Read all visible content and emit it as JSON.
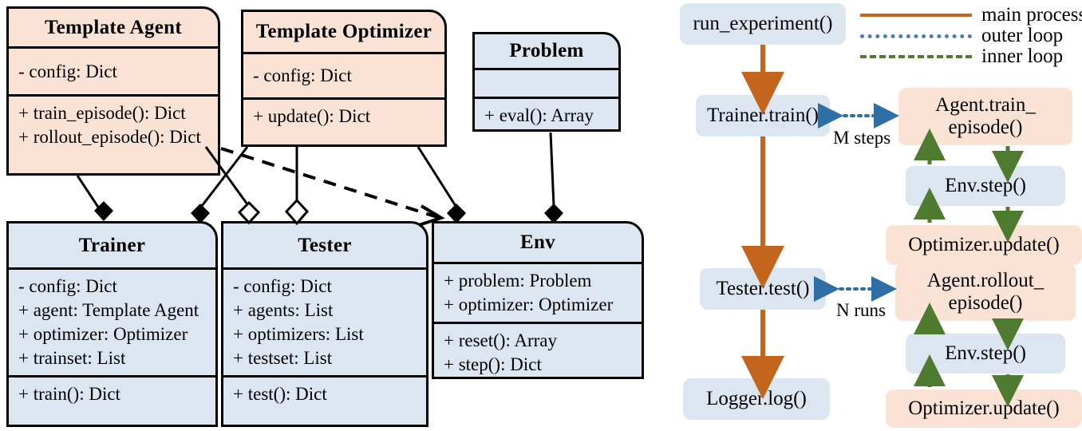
{
  "classes": [
    {
      "id": "template-agent",
      "name": "Template Agent",
      "fill": "#FAE3D4",
      "attributes": [
        "- config: Dict"
      ],
      "operations": [
        "+ train_episode(): Dict",
        "+ rollout_episode(): Dict"
      ]
    },
    {
      "id": "template-optimizer",
      "name": "Template Optimizer",
      "fill": "#FAE3D4",
      "attributes": [
        "- config: Dict"
      ],
      "operations": [
        "+ update(): Dict"
      ]
    },
    {
      "id": "problem",
      "name": "Problem",
      "fill": "#DCE6F1",
      "attributes": [],
      "operations": [
        "+ eval(): Array"
      ]
    },
    {
      "id": "trainer",
      "name": "Trainer",
      "fill": "#DCE6F1",
      "attributes": [
        "- config: Dict",
        "+ agent: Template Agent",
        "+ optimizer: Optimizer",
        "+ trainset: List"
      ],
      "operations": [
        "+ train(): Dict"
      ]
    },
    {
      "id": "tester",
      "name": "Tester",
      "fill": "#DCE6F1",
      "attributes": [
        "- config: Dict",
        "+ agents: List",
        "+ optimizers: List",
        "+ testset: List"
      ],
      "operations": [
        "+ test(): Dict"
      ]
    },
    {
      "id": "env",
      "name": "Env",
      "fill": "#DCE6F1",
      "attributes": [
        "+ problem: Problem",
        "+ optimizer: Optimizer"
      ],
      "operations": [
        "+ reset(): Array",
        "+ step(): Dict"
      ]
    }
  ],
  "relationships": [
    {
      "from": "template-agent",
      "to": "trainer",
      "type": "composition",
      "marker": "filled-diamond"
    },
    {
      "from": "template-optimizer",
      "to": "trainer",
      "type": "composition",
      "marker": "filled-diamond"
    },
    {
      "from": "template-optimizer",
      "to": "tester",
      "type": "aggregation",
      "marker": "hollow-diamond"
    },
    {
      "from": "template-agent",
      "to": "tester",
      "type": "aggregation",
      "marker": "hollow-diamond"
    },
    {
      "from": "template-optimizer",
      "to": "env",
      "type": "composition",
      "marker": "filled-diamond"
    },
    {
      "from": "problem",
      "to": "env",
      "type": "composition",
      "marker": "filled-diamond"
    },
    {
      "from": "template-agent",
      "to": "env",
      "type": "dependency",
      "marker": "open-arrow"
    }
  ],
  "flow": {
    "legend": [
      {
        "label": "main process",
        "style": "solid",
        "color": "#C4651E"
      },
      {
        "label": "outer loop",
        "style": "dotted",
        "color": "#4A7EB0"
      },
      {
        "label": "inner loop",
        "style": "dash-dot",
        "color": "#4E7B2F"
      }
    ],
    "nodes": [
      {
        "id": "run-experiment",
        "label": "run_experiment()",
        "fill": "#DCE6F1"
      },
      {
        "id": "trainer-train",
        "label": "Trainer.train()",
        "fill": "#DCE6F1"
      },
      {
        "id": "agent-train-episode",
        "line1": "Agent.train_",
        "line2": "episode()",
        "fill": "#FAE3D4"
      },
      {
        "id": "env-step-1",
        "label": "Env.step()",
        "fill": "#DCE6F1"
      },
      {
        "id": "optimizer-update-1",
        "label": "Optimizer.update()",
        "fill": "#FAE3D4"
      },
      {
        "id": "tester-test",
        "label": "Tester.test()",
        "fill": "#DCE6F1"
      },
      {
        "id": "agent-rollout-episode",
        "line1": "Agent.rollout_",
        "line2": "episode()",
        "fill": "#FAE3D4"
      },
      {
        "id": "env-step-2",
        "label": "Env.step()",
        "fill": "#DCE6F1"
      },
      {
        "id": "optimizer-update-2",
        "label": "Optimizer.update()",
        "fill": "#FAE3D4"
      },
      {
        "id": "logger-log",
        "label": "Logger.log()",
        "fill": "#DCE6F1"
      }
    ],
    "edge_labels": [
      {
        "id": "m-steps",
        "text": "M steps"
      },
      {
        "id": "n-runs",
        "text": "N runs"
      }
    ]
  },
  "colors": {
    "peach": "#FAE3D4",
    "blue": "#DCE6F1",
    "main_process": "#C4651E",
    "outer_loop": "#4A7EB0",
    "inner_loop": "#4E7B2F",
    "stroke": "#000000"
  }
}
